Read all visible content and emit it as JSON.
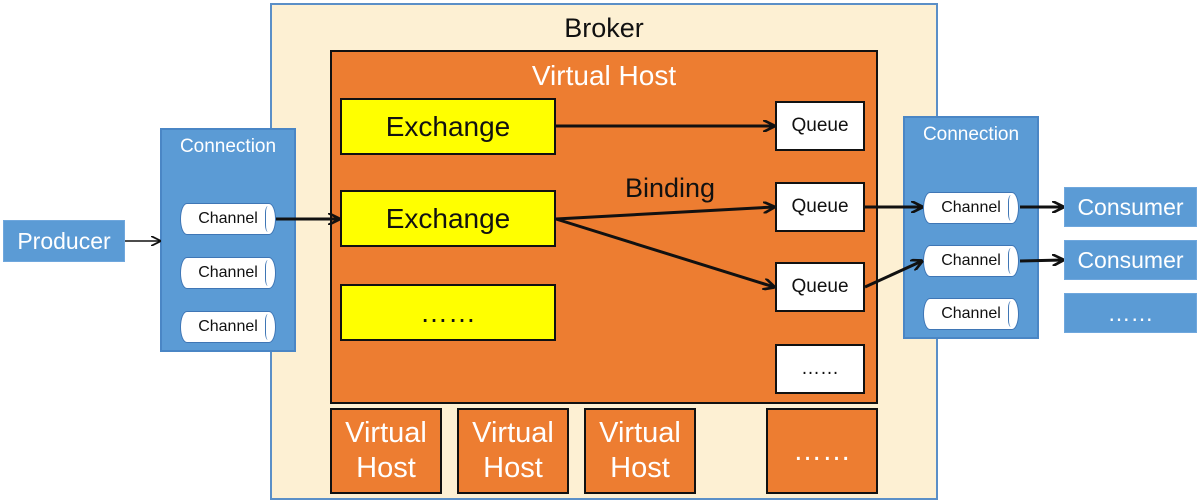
{
  "broker": {
    "label": "Broker"
  },
  "virtual_host": {
    "label": "Virtual Host",
    "exchanges": [
      "Exchange",
      "Exchange",
      "……"
    ],
    "queues": [
      "Queue",
      "Queue",
      "Queue",
      "……"
    ],
    "binding_label": "Binding"
  },
  "other_vhosts": [
    {
      "line1": "Virtual",
      "line2": "Host"
    },
    {
      "line1": "Virtual",
      "line2": "Host"
    },
    {
      "line1": "Virtual",
      "line2": "Host"
    },
    {
      "line1": "……",
      "line2": ""
    }
  ],
  "producer": {
    "label": "Producer"
  },
  "connection_left": {
    "label": "Connection",
    "channels": [
      "Channel",
      "Channel",
      "Channel"
    ]
  },
  "connection_right": {
    "label": "Connection",
    "channels": [
      "Channel",
      "Channel",
      "Channel"
    ]
  },
  "consumers": [
    "Consumer",
    "Consumer",
    "……"
  ],
  "colors": {
    "broker_bg": "#fdf0d3",
    "vhost_orange": "#ed7d31",
    "exchange_yellow": "#ffff00",
    "connection_blue": "#5b9bd5"
  }
}
